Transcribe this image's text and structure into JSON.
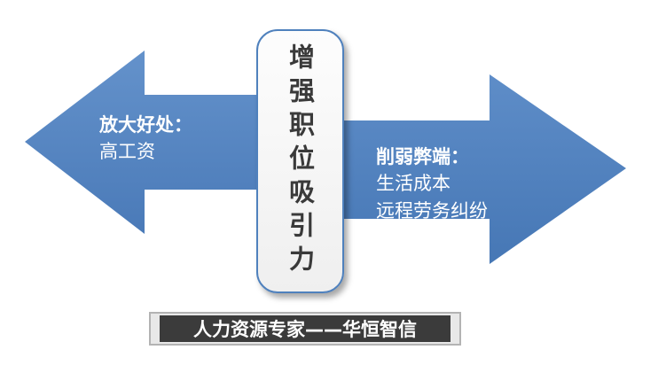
{
  "center_box": {
    "label": "增强职位吸引力"
  },
  "left_arrow": {
    "title": "放大好处：",
    "lines": [
      "高工资"
    ]
  },
  "right_arrow": {
    "title": "削弱弊端：",
    "lines": [
      "生活成本",
      "远程劳务纠纷"
    ]
  },
  "footer": {
    "label": "人力资源专家——华恒智信"
  },
  "colors": {
    "arrow_blue": "#4f81bd",
    "arrow_blue_light": "#5f8cc6",
    "box_border": "#4f81bd",
    "box_fill": "#f5f5f5",
    "banner_dark": "#3b3b3b",
    "banner_frame_gray": "#b3b3b3",
    "label_text": "#ffffff",
    "center_text": "#3a3a3a"
  }
}
